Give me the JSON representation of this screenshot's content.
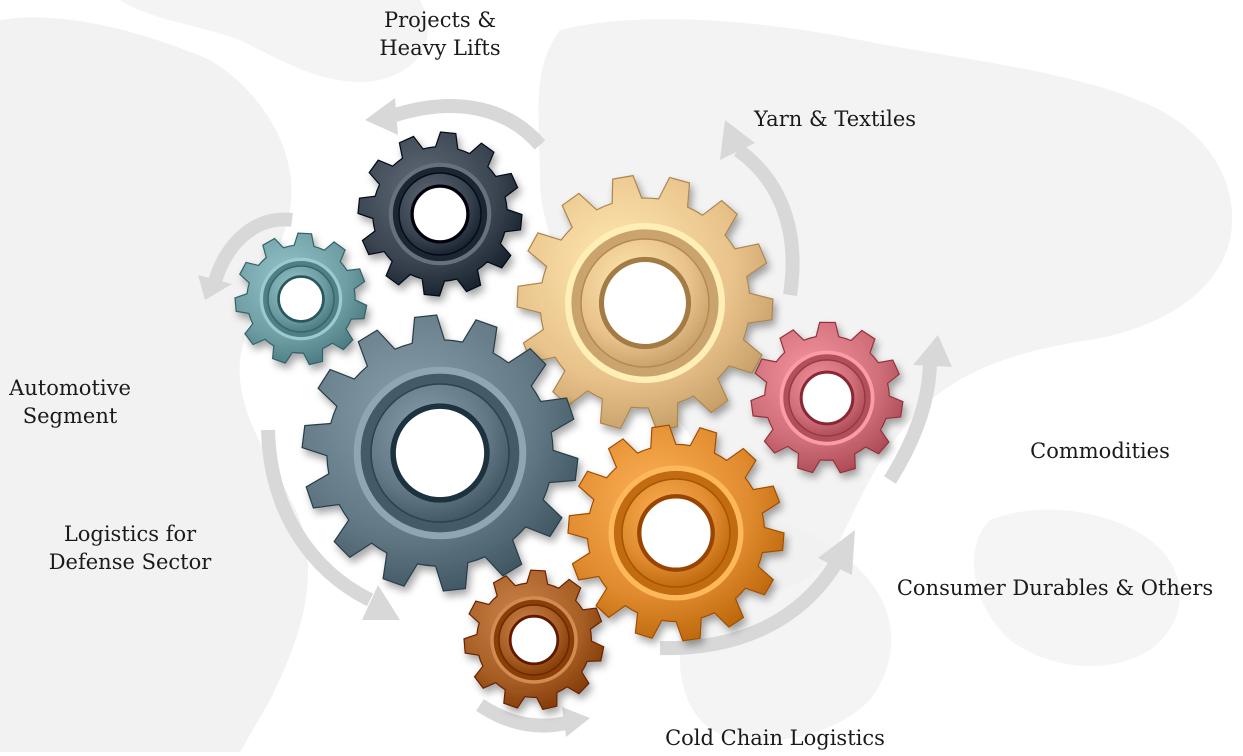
{
  "labels": {
    "projects": "Projects &\nHeavy Lifts",
    "yarn": "Yarn & Textiles",
    "automotive": "Automotive\nSegment",
    "defense": "Logistics for\nDefense Sector",
    "commodities": "Commodities",
    "consumer": "Consumer Durables & Others",
    "cold_chain": "Cold Chain Logistics"
  },
  "colors": {
    "gear_dark": "#3a4450",
    "gear_tan": "#e8c28a",
    "gear_teal": "#6e9ea3",
    "gear_slate": "#627985",
    "gear_pink": "#cf6e78",
    "gear_orange": "#df8a2e",
    "gear_brown": "#a65e24",
    "arrow": "#d8d8d8",
    "map": "#ececec"
  }
}
